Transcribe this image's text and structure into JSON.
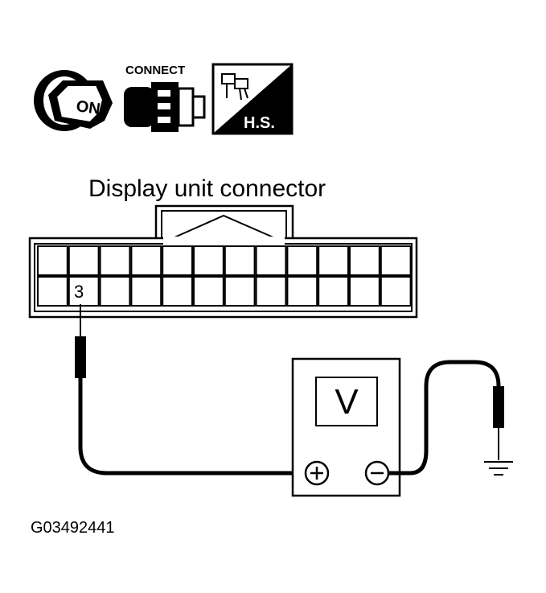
{
  "icons": {
    "ignition": {
      "name": "ignition-key-on-icon",
      "text": "ON"
    },
    "connect": {
      "name": "connect-connector-icon",
      "text": "CONNECT"
    },
    "harness": {
      "name": "harness-side-icon",
      "text": "H.S."
    }
  },
  "connector": {
    "title": "Display unit connector",
    "terminal": "3"
  },
  "meter": {
    "symbol": "V",
    "positive": "+",
    "negative": "−"
  },
  "ground": {
    "name": "ground-icon"
  },
  "figure_code": "G03492441"
}
